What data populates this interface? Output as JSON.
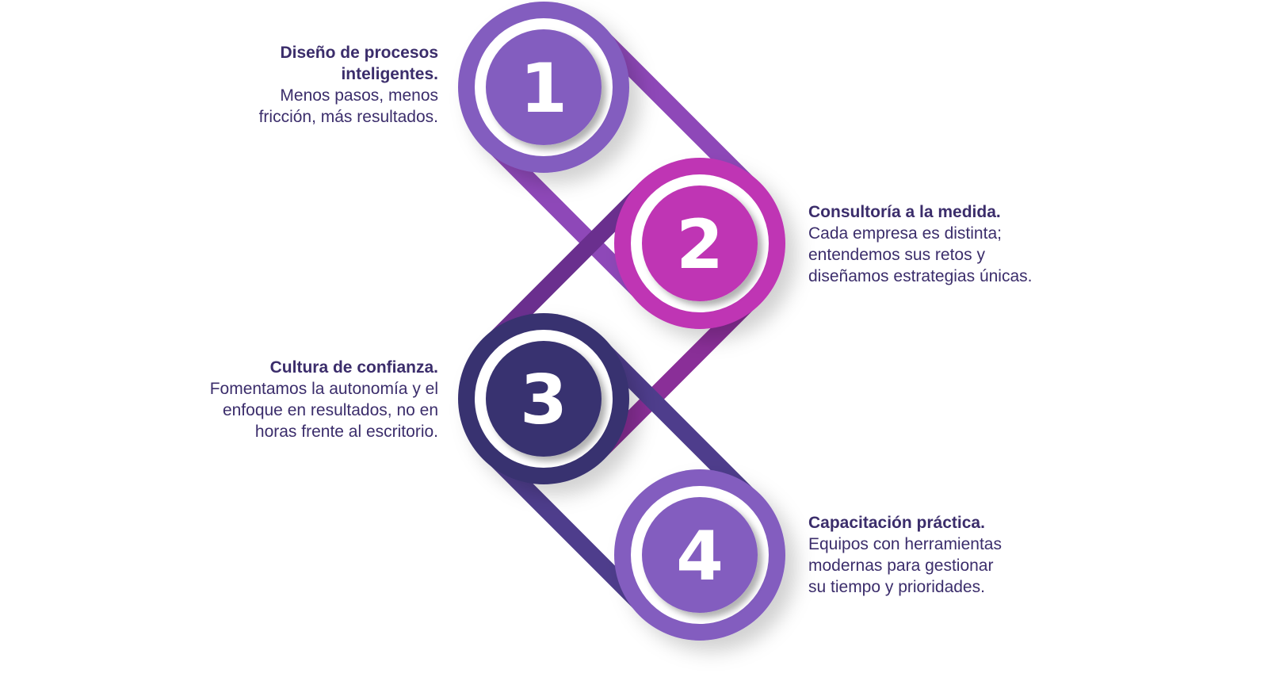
{
  "steps": [
    {
      "number": "1",
      "title": "Diseño de procesos inteligentes.",
      "title_lines": [
        "Diseño de procesos",
        "inteligentes."
      ],
      "desc_lines": [
        "Menos pasos, menos",
        "fricción, más resultados."
      ],
      "color": "#835dbf",
      "band": "#8a45b5"
    },
    {
      "number": "2",
      "title": "Consultoría a la medida.",
      "title_lines": [
        "Consultoría a la medida."
      ],
      "desc_lines": [
        "Cada empresa es distinta;",
        "entendemos sus retos y",
        "diseñamos estrategias únicas."
      ],
      "color": "#bf34b4",
      "band": "#8a2f98"
    },
    {
      "number": "3",
      "title": "Cultura de confianza.",
      "title_lines": [
        "Cultura de confianza."
      ],
      "desc_lines": [
        "Fomentamos la autonomía y el",
        "enfoque en resultados, no en",
        "horas frente al escritorio."
      ],
      "color": "#393270",
      "band": "#4e3d8c"
    },
    {
      "number": "4",
      "title": "Capacitación práctica.",
      "title_lines": [
        "Capacitación práctica."
      ],
      "desc_lines": [
        "Equipos con herramientas",
        "modernas para gestionar",
        "su tiempo y prioridades."
      ],
      "color": "#835dbf",
      "band": "#5d4a9c"
    }
  ]
}
